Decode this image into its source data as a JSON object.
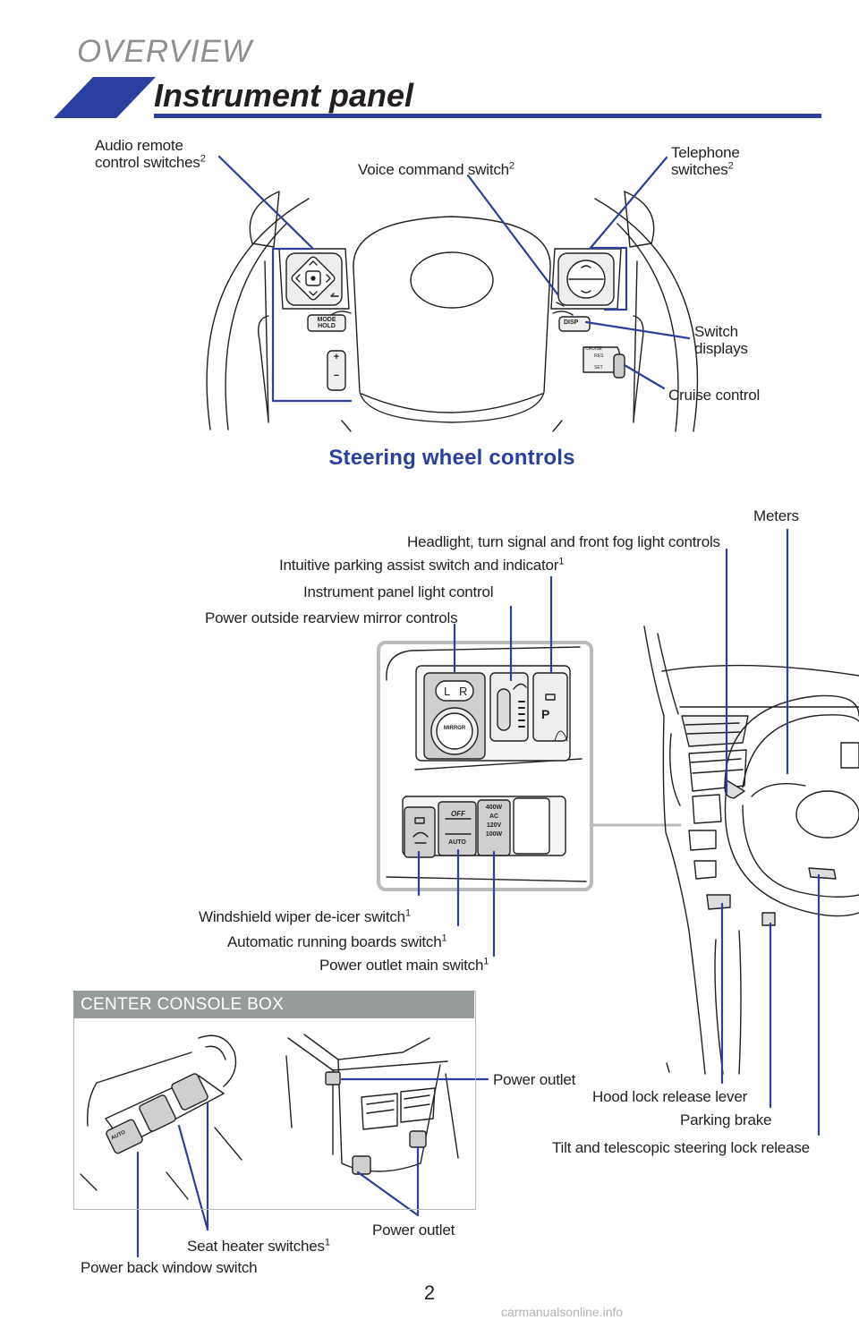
{
  "header": {
    "section": "OVERVIEW",
    "title": "Instrument panel",
    "accent_color": "#2a3f9e"
  },
  "steering": {
    "caption": "Steering wheel controls",
    "labels": {
      "audio_line1": "Audio remote",
      "audio_line2": "control switches",
      "audio_sup": "2",
      "voice": "Voice command switch",
      "voice_sup": "2",
      "telephone_line1": "Telephone",
      "telephone_line2": "switches",
      "telephone_sup": "2",
      "switch_line1": "Switch",
      "switch_line2": "displays",
      "cruise": "Cruise control"
    },
    "button_text": {
      "mode": "MODE",
      "hold": "HOLD",
      "disp": "DISP",
      "cruise": "CRUISE",
      "res": "RES",
      "set": "SET",
      "plus": "+",
      "minus": "−"
    }
  },
  "dash": {
    "labels": {
      "meters": "Meters",
      "headlight": "Headlight, turn signal and front fog light controls",
      "ipa": "Intuitive parking assist switch and indicator",
      "ipa_sup": "1",
      "panel_light": "Instrument panel light control",
      "mirror": "Power outside rearview mirror controls",
      "deicer": "Windshield wiper de-icer switch",
      "deicer_sup": "1",
      "running_boards": "Automatic running boards switch",
      "running_boards_sup": "1",
      "outlet_main": "Power outlet main switch",
      "outlet_main_sup": "1",
      "hood": "Hood lock release lever",
      "parking_brake": "Parking brake",
      "tilt": "Tilt and telescopic steering lock release"
    },
    "switch_text": {
      "l": "L",
      "r": "R",
      "mirror": "MIRROR",
      "off": "OFF",
      "auto": "AUTO",
      "w400": "400W",
      "ac": "AC",
      "v120": "120V",
      "w100": "100W",
      "p": "P"
    }
  },
  "console": {
    "heading": "CENTER CONSOLE BOX",
    "labels": {
      "outlet_top": "Power outlet",
      "outlet_bottom": "Power outlet",
      "seat_heater": "Seat heater switches",
      "seat_heater_sup": "1",
      "back_window": "Power back window switch"
    },
    "switch_text": {
      "auto": "AUTO"
    }
  },
  "footer": {
    "page_number": "2",
    "watermark": "carmanualsonline.info"
  }
}
